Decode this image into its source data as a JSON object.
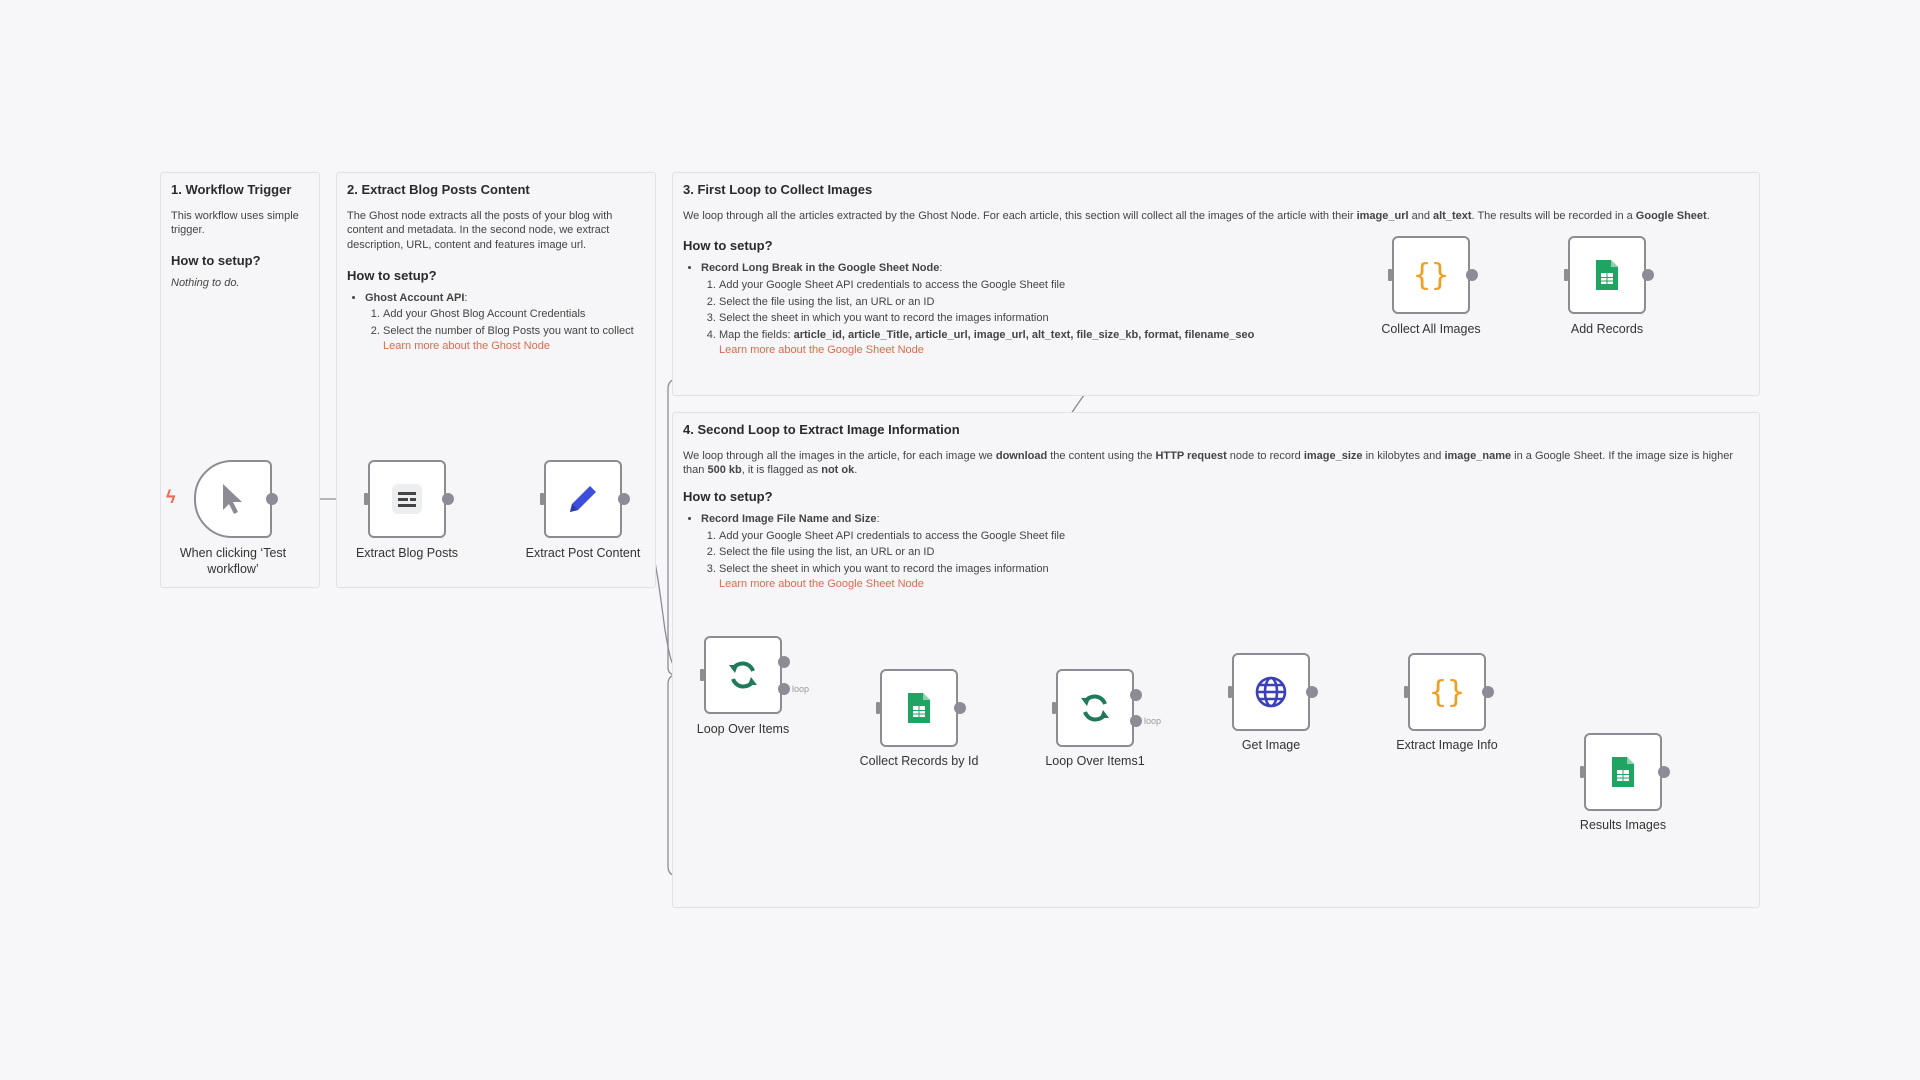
{
  "stickies": {
    "s1": {
      "title": "1. Workflow Trigger",
      "desc": "This workflow uses simple trigger.",
      "setup_heading": "How to setup?",
      "setup_note": "Nothing to do."
    },
    "s2": {
      "title": "2. Extract Blog Posts Content",
      "desc": "The Ghost node extracts all the posts of your blog with content and metadata. In the second node, we extract description, URL, content and features image url.",
      "setup_heading": "How to setup?",
      "bullet": "Ghost Account API",
      "steps": [
        "Add your Ghost Blog Account Credentials",
        "Select the number of Blog Posts you want to collect"
      ],
      "link": "Learn more about the Ghost Node"
    },
    "s3": {
      "title": "3. First Loop to Collect Images",
      "desc_parts": [
        "We loop through all the articles extracted by the Ghost Node. For each article, this section will collect all the images of the article with their ",
        "image_url",
        " and ",
        "alt_text",
        ". The results will be recorded in a ",
        "Google Sheet",
        "."
      ],
      "setup_heading": "How to setup?",
      "bullet": "Record Long Break in the Google Sheet Node",
      "steps": [
        "Add your Google Sheet API credentials to access the Google Sheet file",
        "Select the file using the list, an URL or an ID",
        "Select the sheet in which you want to record the images information"
      ],
      "step4_prefix": "Map the fields: ",
      "step4_fields": "article_id, article_Title, article_url, image_url, alt_text, file_size_kb, format, filename_seo",
      "link": "Learn more about the Google Sheet Node"
    },
    "s4": {
      "title": "4. Second Loop to Extract Image Information",
      "desc_parts": [
        "We loop through all the images in the article, for each image we ",
        "download",
        " the content using the ",
        "HTTP request",
        " node to record ",
        "image_size",
        " in kilobytes and ",
        "image_name",
        " in a Google Sheet. If the image size is higher than ",
        "500 kb",
        ", it is flagged as ",
        "not ok",
        "."
      ],
      "setup_heading": "How to setup?",
      "bullet": "Record Image File Name and Size",
      "steps": [
        "Add your Google Sheet API credentials to access the Google Sheet file",
        "Select the file using the list, an URL or an ID",
        "Select the sheet in which you want to record the images information"
      ],
      "link": "Learn more about the Google Sheet Node"
    }
  },
  "nodes": {
    "trigger": {
      "label": "When clicking ‘Test workflow’",
      "icon": "cursor-icon"
    },
    "extract_blog_posts": {
      "label": "Extract Blog Posts",
      "icon": "ghost-icon"
    },
    "extract_post_content": {
      "label": "Extract Post Content",
      "icon": "pencil-icon"
    },
    "loop_over_items": {
      "label": "Loop Over Items",
      "icon": "loop-icon"
    },
    "collect_records": {
      "label": "Collect Records by Id",
      "icon": "google-sheets-icon"
    },
    "loop_over_items1": {
      "label": "Loop Over Items1",
      "icon": "loop-icon"
    },
    "get_image": {
      "label": "Get Image",
      "icon": "globe-icon"
    },
    "extract_image_info": {
      "label": "Extract Image Info",
      "icon": "code-icon"
    },
    "results_images": {
      "label": "Results Images",
      "icon": "google-sheets-icon"
    },
    "collect_all_images": {
      "label": "Collect All Images",
      "icon": "code-icon"
    },
    "add_records": {
      "label": "Add Records",
      "icon": "google-sheets-icon"
    }
  },
  "loop_tag": "loop",
  "colors": {
    "sheets_green": "#1fa463",
    "loop_green": "#1e7a5a",
    "code_orange": "#f0a020",
    "pencil_blue": "#3b4fd8",
    "globe_blue": "#3b40b8",
    "link": "#e06a4b",
    "trigger_bolt": "#f06a4b"
  }
}
